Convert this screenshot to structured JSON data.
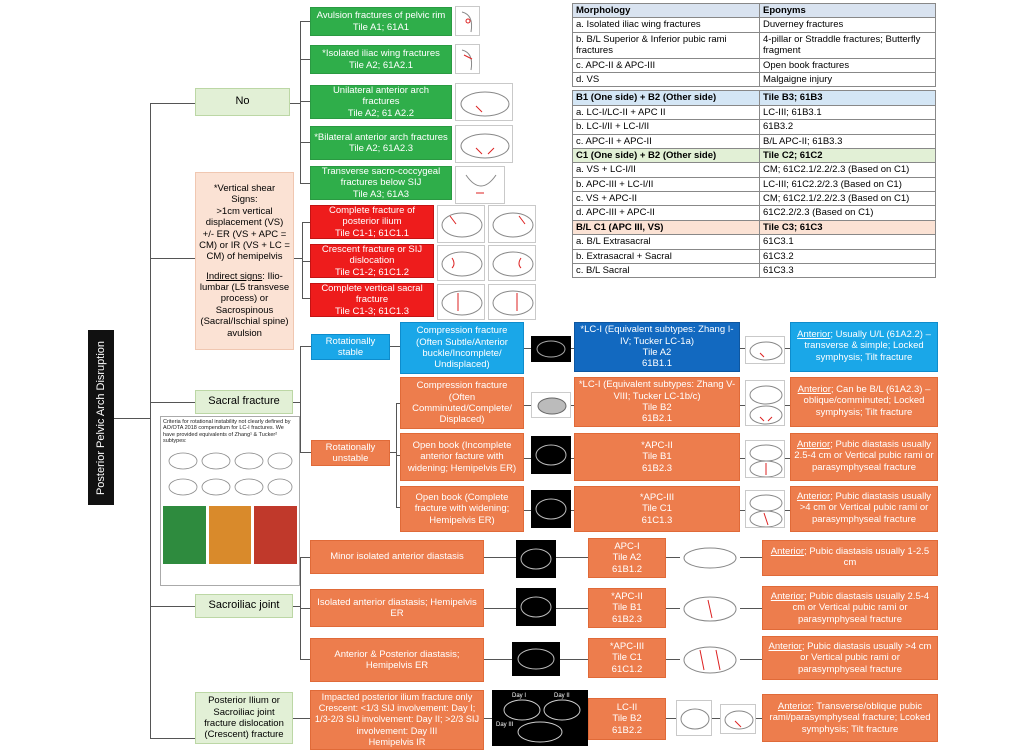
{
  "root": {
    "label": "Posterior Pelvic Arch Disruption"
  },
  "level1": {
    "no": "No",
    "vs": {
      "title": "*Vertical shear",
      "signs": "Signs:\n>1cm vertical displacement (VS) +/- ER (VS + APC = CM) or IR (VS + LC = CM) of hemipelvis",
      "indirect_u": "Indirect signs",
      "indirect_rest": ": Ilio-lumbar (L5 transvese process) or Sacrospinous (Sacral/Ischial spine) avulsion"
    },
    "sacral": "Sacral fracture",
    "si": "Sacroiliac joint",
    "crescent": "Posterior Ilium or Sacroiliac joint fracture dislocation (Crescent) fracture"
  },
  "no_branch": [
    "Avulsion fractures of pelvic rim\nTile A1; 61A1",
    "*Isolated iliac wing fractures\nTile A2; 61A2.1",
    "Unilateral anterior arch fractures\nTile A2; 61 A2.2",
    "*Bilateral anterior arch fractures\nTile A2; 61A2.3",
    "Transverse sacro-coccygeal fractures below SIJ\nTile A3; 61A3"
  ],
  "vs_branch": [
    "Complete fracture of posterior ilium\nTile C1-1; 61C1.1",
    "Crescent fracture or SIJ dislocation\nTile C1-2; 61C1.2",
    "Complete vertical sacral fracture\nTile C1-3; 61C1.3"
  ],
  "sacral_note": "Criteria for rotational instability not clearly defined by AO/OTA 2018 compendium for LC-I fractures. We have provided equivalents of Zhang¹ & Tucker² subtypes:",
  "sacral_branch": {
    "stable": "Rotationally stable",
    "unstable": "Rotationally unstable",
    "rows": [
      {
        "desc": "Compression fracture (Often Subtle/Anterior buckle/Incomplete/ Undisplaced)",
        "class": "*LC-I (Equivalent subtypes: Zhang I-IV; Tucker LC-1a)\nTile A2\n61B1.1",
        "ant_u": "Anterior",
        "ant": "; Usually U/L (61A2.2) – transverse & simple; Locked symphysis; Tilt fracture"
      },
      {
        "desc": "Compression fracture (Often Comminuted/Complete/ Displaced)",
        "class": "*LC-I (Equivalent subtypes: Zhang V-VIII; Tucker LC-1b/c)\nTile B2\n61B2.1",
        "ant_u": "Anterior",
        "ant": "; Can be B/L (61A2.3) – oblique/comminuted; Locked symphysis; Tilt fracture"
      },
      {
        "desc": "Open book (Incomplete anterior facture with widening; Hemipelvis ER)",
        "class": "*APC-II\nTile B1\n61B2.3",
        "ant_u": "Anterior",
        "ant": "; Pubic diastasis usually 2.5-4 cm or Vertical pubic rami or parasymphyseal fracture"
      },
      {
        "desc": "Open book (Complete fracture with widening; Hemipelvis ER)",
        "class": "*APC-III\nTile C1\n61C1.3",
        "ant_u": "Anterior",
        "ant": "; Pubic diastasis usually >4 cm or Vertical pubic rami or parasymphyseal fracture"
      }
    ]
  },
  "si_branch": [
    {
      "desc": "Minor isolated anterior diastasis",
      "class": "APC-I\nTile A2\n61B1.2",
      "ant_u": "Anterior",
      "ant": "; Pubic diastasis usually 1-2.5 cm"
    },
    {
      "desc": "Isolated anterior diastasis; Hemipelvis ER",
      "class": "*APC-II\nTile B1\n61B2.3",
      "ant_u": "Anterior",
      "ant": "; Pubic diastasis usually 2.5-4 cm or Vertical pubic rami or parasymphyseal fracture"
    },
    {
      "desc": "Anterior & Posterior diastasis; Hemipelvis ER",
      "class": "*APC-III\nTile C1\n61C1.2",
      "ant_u": "Anterior",
      "ant": "; Pubic diastasis usually >4 cm or Vertical pubic rami or parasymphyseal fracture"
    }
  ],
  "crescent_branch": {
    "desc": "Impacted posterior ilium fracture only\nCrescent: <1/3 SIJ involvement: Day I; 1/3-2/3 SIJ involvement: Day II; >2/3 SIJ involvement: Day III\nHemipelvis IR",
    "class": "LC-II\nTile B2\n61B2.2",
    "ant_u": "Anterior",
    "ant": ": Transverse/oblique pubic rami/parasymphyseal fracture; Lcoked symphysis; Tilt fracture",
    "img_labels": [
      "Day I",
      "Day II",
      "Day III"
    ]
  },
  "table": {
    "head": [
      "Morphology",
      "Eponyms"
    ],
    "rows1": [
      [
        "a. Isolated iliac wing fractures",
        "Duverney fractures"
      ],
      [
        "b. B/L Superior & Inferior pubic rami fractures",
        "4-pillar or Straddle fractures; Butterfly fragment"
      ],
      [
        "c. APC-II & APC-III",
        "Open book fractures"
      ],
      [
        "d. VS",
        "Malgaigne injury"
      ]
    ],
    "h2": [
      "B1 (One side) + B2 (Other side)",
      "Tile B3; 61B3"
    ],
    "rows2": [
      [
        "a. LC-I/LC-II + APC II",
        "LC-III; 61B3.1"
      ],
      [
        "b. LC-I/II + LC-I/II",
        "61B3.2"
      ],
      [
        "c. APC-II + APC-II",
        "B/L APC-II; 61B3.3"
      ]
    ],
    "h3": [
      "C1 (One side) + B2 (Other side)",
      "Tile C2; 61C2"
    ],
    "rows3": [
      [
        "a. VS + LC-I/II",
        "CM; 61C2.1/2.2/2.3 (Based on C1)"
      ],
      [
        "b. APC-III + LC-I/II",
        "LC-III; 61C2.2/2.3 (Based on C1)"
      ],
      [
        "c. VS + APC-II",
        "CM; 61C2.1/2.2/2.3 (Based on C1)"
      ],
      [
        "d. APC-III + APC-II",
        "61C2.2/2.3 (Based on C1)"
      ]
    ],
    "h4": [
      "B/L C1 (APC III, VS)",
      "Tile C3; 61C3"
    ],
    "rows4": [
      [
        "a. B/L Extrasacral",
        "61C3.1"
      ],
      [
        "b. Extrasacral + Sacral",
        "61C3.2"
      ],
      [
        "c. B/L Sacral",
        "61C3.3"
      ]
    ]
  }
}
